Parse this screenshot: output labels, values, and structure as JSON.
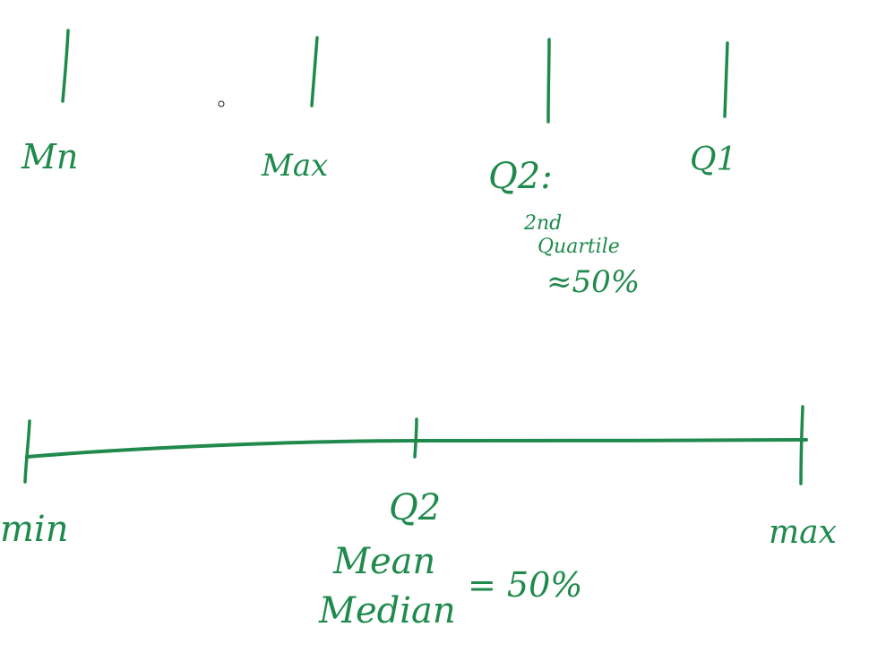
{
  "ink_color": "#1f8a4c",
  "top_row": {
    "min_label": "Mn",
    "max_label": "Max",
    "q2_label": "Q2:",
    "q2_note_line1": "2nd",
    "q2_note_line2": "Quartile",
    "q2_note_line3": "≈50%",
    "q1_label": "Q1"
  },
  "number_line": {
    "min_label": "min",
    "mid_label": "Q2",
    "max_label": "max",
    "mean_label": "Mean",
    "median_label": "Median",
    "percent_label": "= 50%"
  }
}
